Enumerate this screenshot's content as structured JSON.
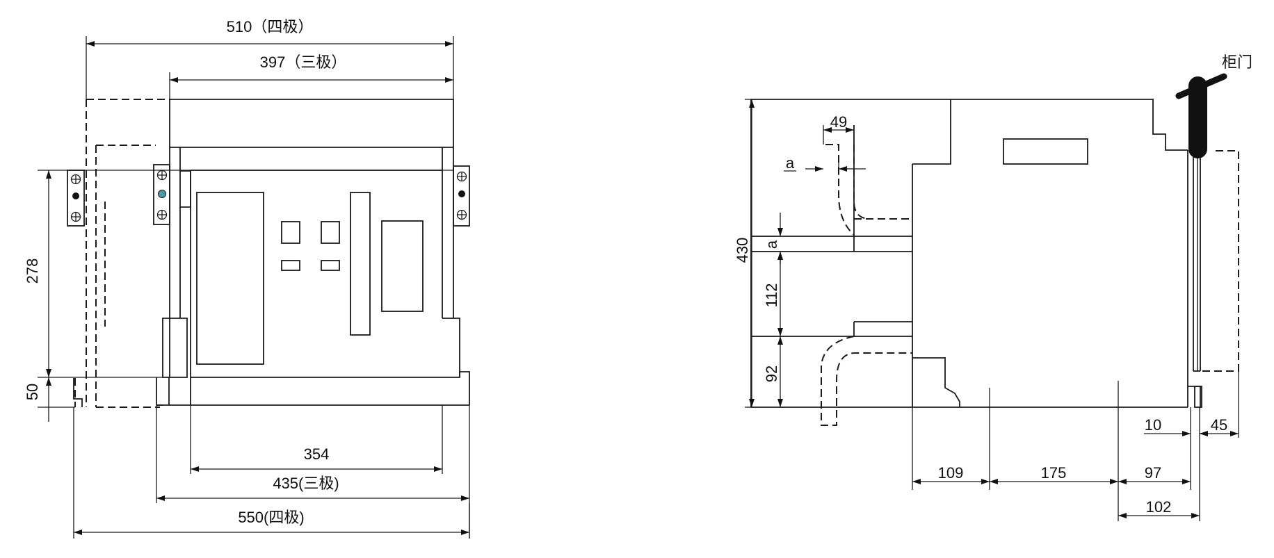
{
  "front_view": {
    "dims": {
      "width_four_pole_top": "510（四极）",
      "width_three_pole_top": "397（三极）",
      "height_278": "278",
      "height_50": "50",
      "width_354": "354",
      "width_three_pole_bottom": "435(三极)",
      "width_four_pole_bottom": "550(四极)"
    }
  },
  "side_view": {
    "label_cabinet_door": "柜门",
    "dims": {
      "d49": "49",
      "a_top": "a",
      "a_left": "a",
      "h430": "430",
      "h112": "112",
      "h92": "92",
      "w109": "109",
      "w175": "175",
      "w97": "97",
      "w102": "102",
      "w10": "10",
      "w45": "45"
    }
  }
}
